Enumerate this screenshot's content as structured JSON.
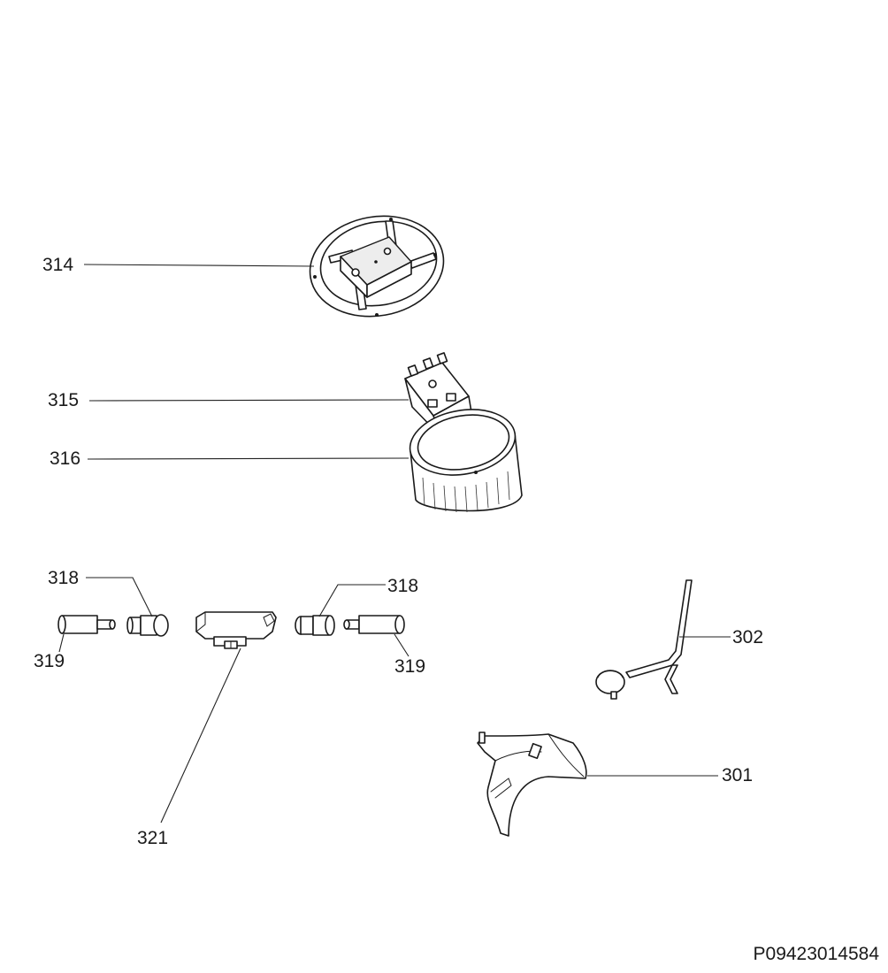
{
  "diagram": {
    "reference_code": "P09423014584",
    "callouts": {
      "c314": "314",
      "c315": "315",
      "c316": "316",
      "c318_left": "318",
      "c318_right": "318",
      "c319_left": "319",
      "c319_right": "319",
      "c321": "321",
      "c302": "302",
      "c301": "301"
    }
  }
}
